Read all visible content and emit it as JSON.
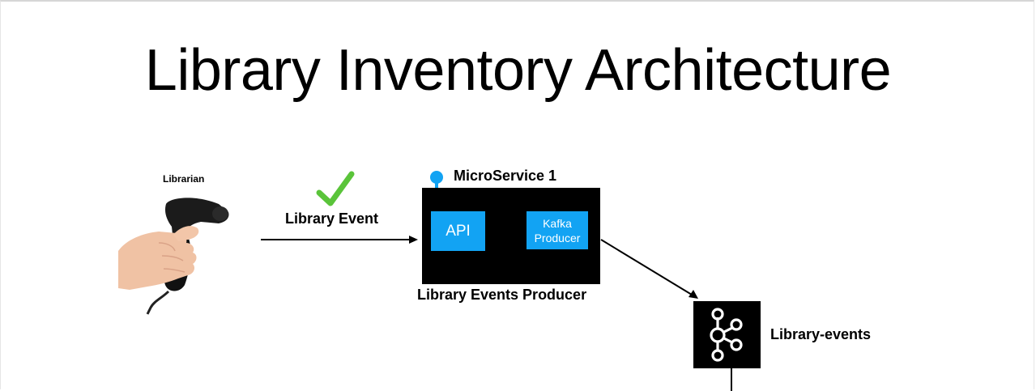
{
  "title": "Library Inventory Architecture",
  "actor": {
    "label": "Librarian",
    "icon": "barcode-scanner-icon"
  },
  "event": {
    "label": "Library Event",
    "status_icon": "checkmark-icon"
  },
  "microservice": {
    "label": "MicroService 1",
    "icon": "location-pin-icon",
    "components": {
      "api": "API",
      "kafka_line1": "Kafka",
      "kafka_line2": "Producer"
    },
    "status_icon": "checkmark-icon",
    "caption": "Library Events Producer"
  },
  "topic": {
    "label": "Library-events",
    "icon": "kafka-logo-icon"
  },
  "colors": {
    "component_fill": "#12a3f3",
    "box_fill": "#000000",
    "check": "#5ac43a",
    "pin": "#12a3f3"
  }
}
